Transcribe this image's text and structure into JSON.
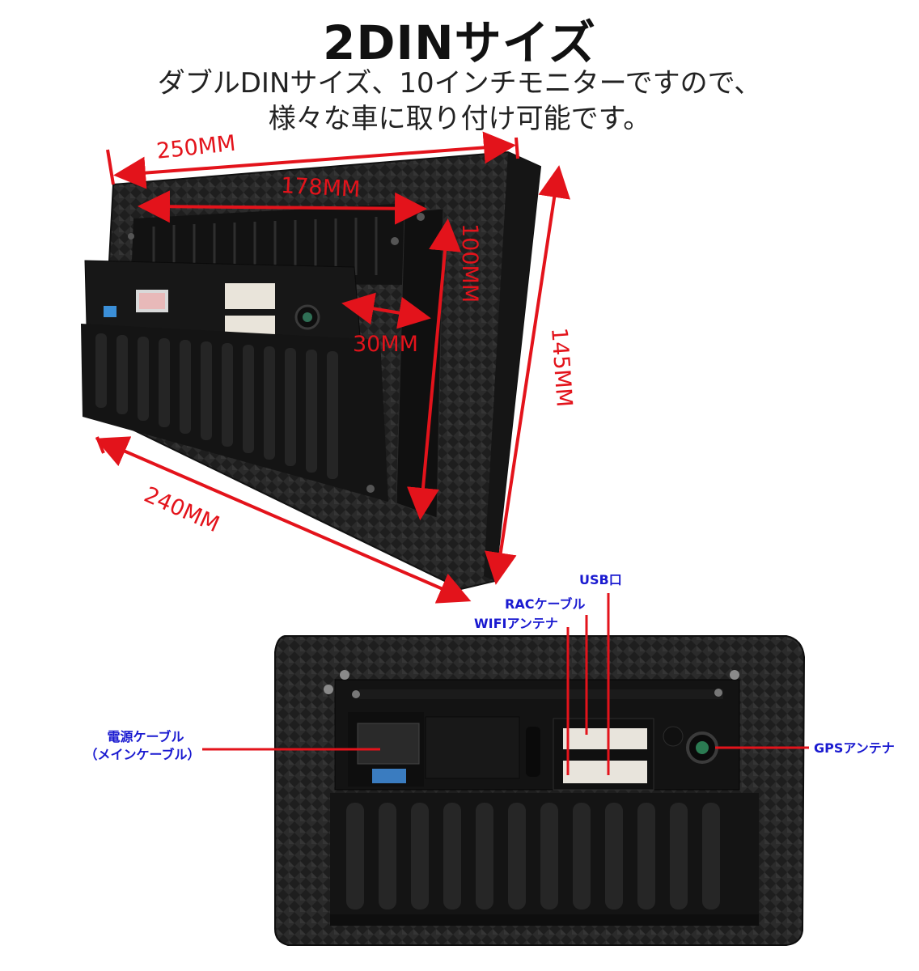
{
  "heading": {
    "title": "2DINサイズ",
    "line1": "ダブルDINサイズ、10インチモニターですので、",
    "line2": "様々な車に取り付け可能です。"
  },
  "dimensions": {
    "width_top": "250MM",
    "width_inner": "178MM",
    "height_inner": "100MM",
    "depth": "30MM",
    "height_outer": "145MM",
    "width_bottom": "240MM"
  },
  "ports": {
    "usb": "USB口",
    "rac": "RACケーブル",
    "wifi": "WIFIアンテナ",
    "power_line1": "電源ケーブル",
    "power_line2": "（メインケーブル）",
    "gps": "GPSアンテナ"
  },
  "colors": {
    "dimension_red": "#e3131b",
    "label_blue": "#1a1ad0",
    "device_body": "#1c1c1c"
  }
}
